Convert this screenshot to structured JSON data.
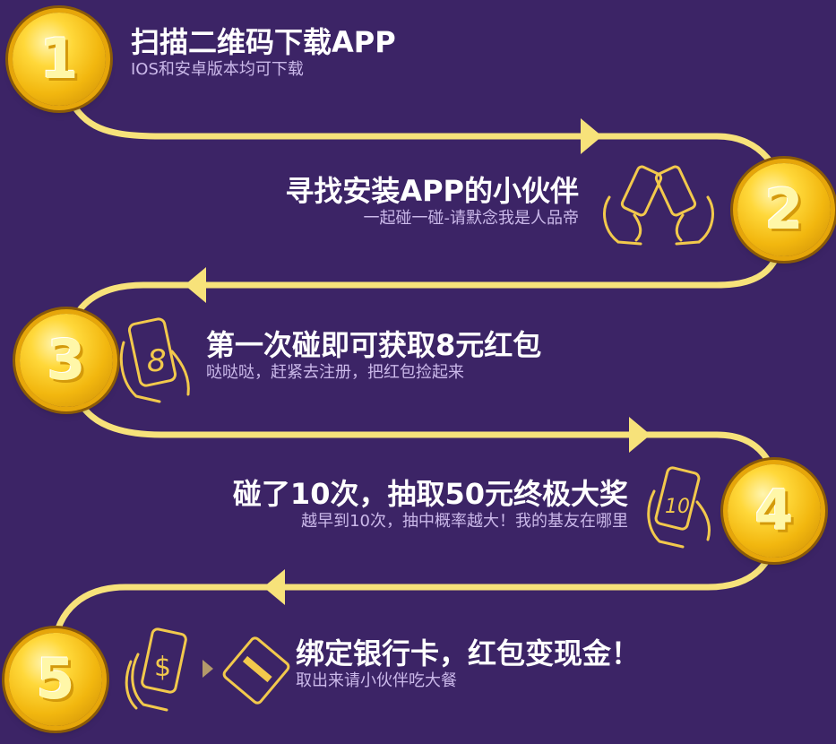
{
  "colors": {
    "background": "#3c2466",
    "path": "#f7e27a",
    "icon_stroke": "#f2c94c",
    "coin": "#f2b70f",
    "title": "#ffffff",
    "subtitle": "#cbb9ea"
  },
  "steps": [
    {
      "number": "1",
      "title": "扫描二维码下载APP",
      "subtitle": "IOS和安卓版本均可下载",
      "icons": []
    },
    {
      "number": "2",
      "title": "寻找安装APP的小伙伴",
      "subtitle": "一起碰一碰-请默念我是人品帝",
      "icons": [
        "two-hands-phones-icon"
      ]
    },
    {
      "number": "3",
      "title": "第一次碰即可获取8元红包",
      "subtitle": "哒哒哒，赶紧去注册，把红包捡起来",
      "icons": [
        "hand-phone-icon"
      ],
      "phone_label": "8"
    },
    {
      "number": "4",
      "title": "碰了10次，抽取50元终极大奖",
      "subtitle": "越早到10次，抽中概率越大！我的基友在哪里",
      "icons": [
        "hand-phone-icon"
      ],
      "phone_label": "10"
    },
    {
      "number": "5",
      "title": "绑定银行卡，红包变现金！",
      "subtitle": "取出来请小伙伴吃大餐",
      "icons": [
        "hand-phone-dollar-icon",
        "arrow-right-icon",
        "bank-card-icon"
      ],
      "phone_label": "$"
    }
  ]
}
